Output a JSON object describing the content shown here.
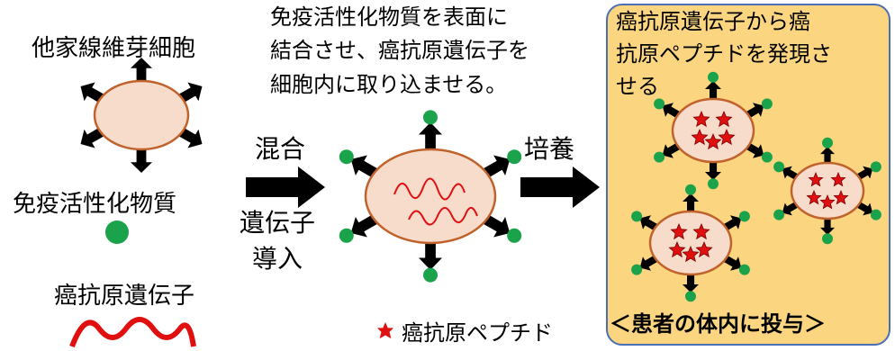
{
  "labels": {
    "fibroblast": "他家線維芽細胞",
    "immune_activator": "免疫活性化物質",
    "cancer_antigen_gene": "癌抗原遺伝子",
    "step1_line1": "免疫活性化物質を表面に",
    "step1_line2": "結合させ、癌抗原遺伝子を",
    "step1_line3": "細胞内に取り込ませる。",
    "mix": "混合",
    "gene_intro_line1": "遺伝子",
    "gene_intro_line2": "導入",
    "culture": "培養",
    "panel_line1": "癌抗原遺伝子から癌",
    "panel_line2": "抗原ペプチドを発現さ",
    "panel_line3": "せる",
    "administer": "＜患者の体内に投与＞",
    "peptide_legend": "癌抗原ペプチド"
  },
  "colors": {
    "cell_fill": "#f8dccb",
    "cell_border": "#c0622b",
    "receptor": "#000000",
    "immune_dot": "#1aa34a",
    "gene_wave": "#e01010",
    "peptide_star": "#e01010",
    "panel_bg": "#fbd57f",
    "panel_border": "#4a6fb4"
  }
}
